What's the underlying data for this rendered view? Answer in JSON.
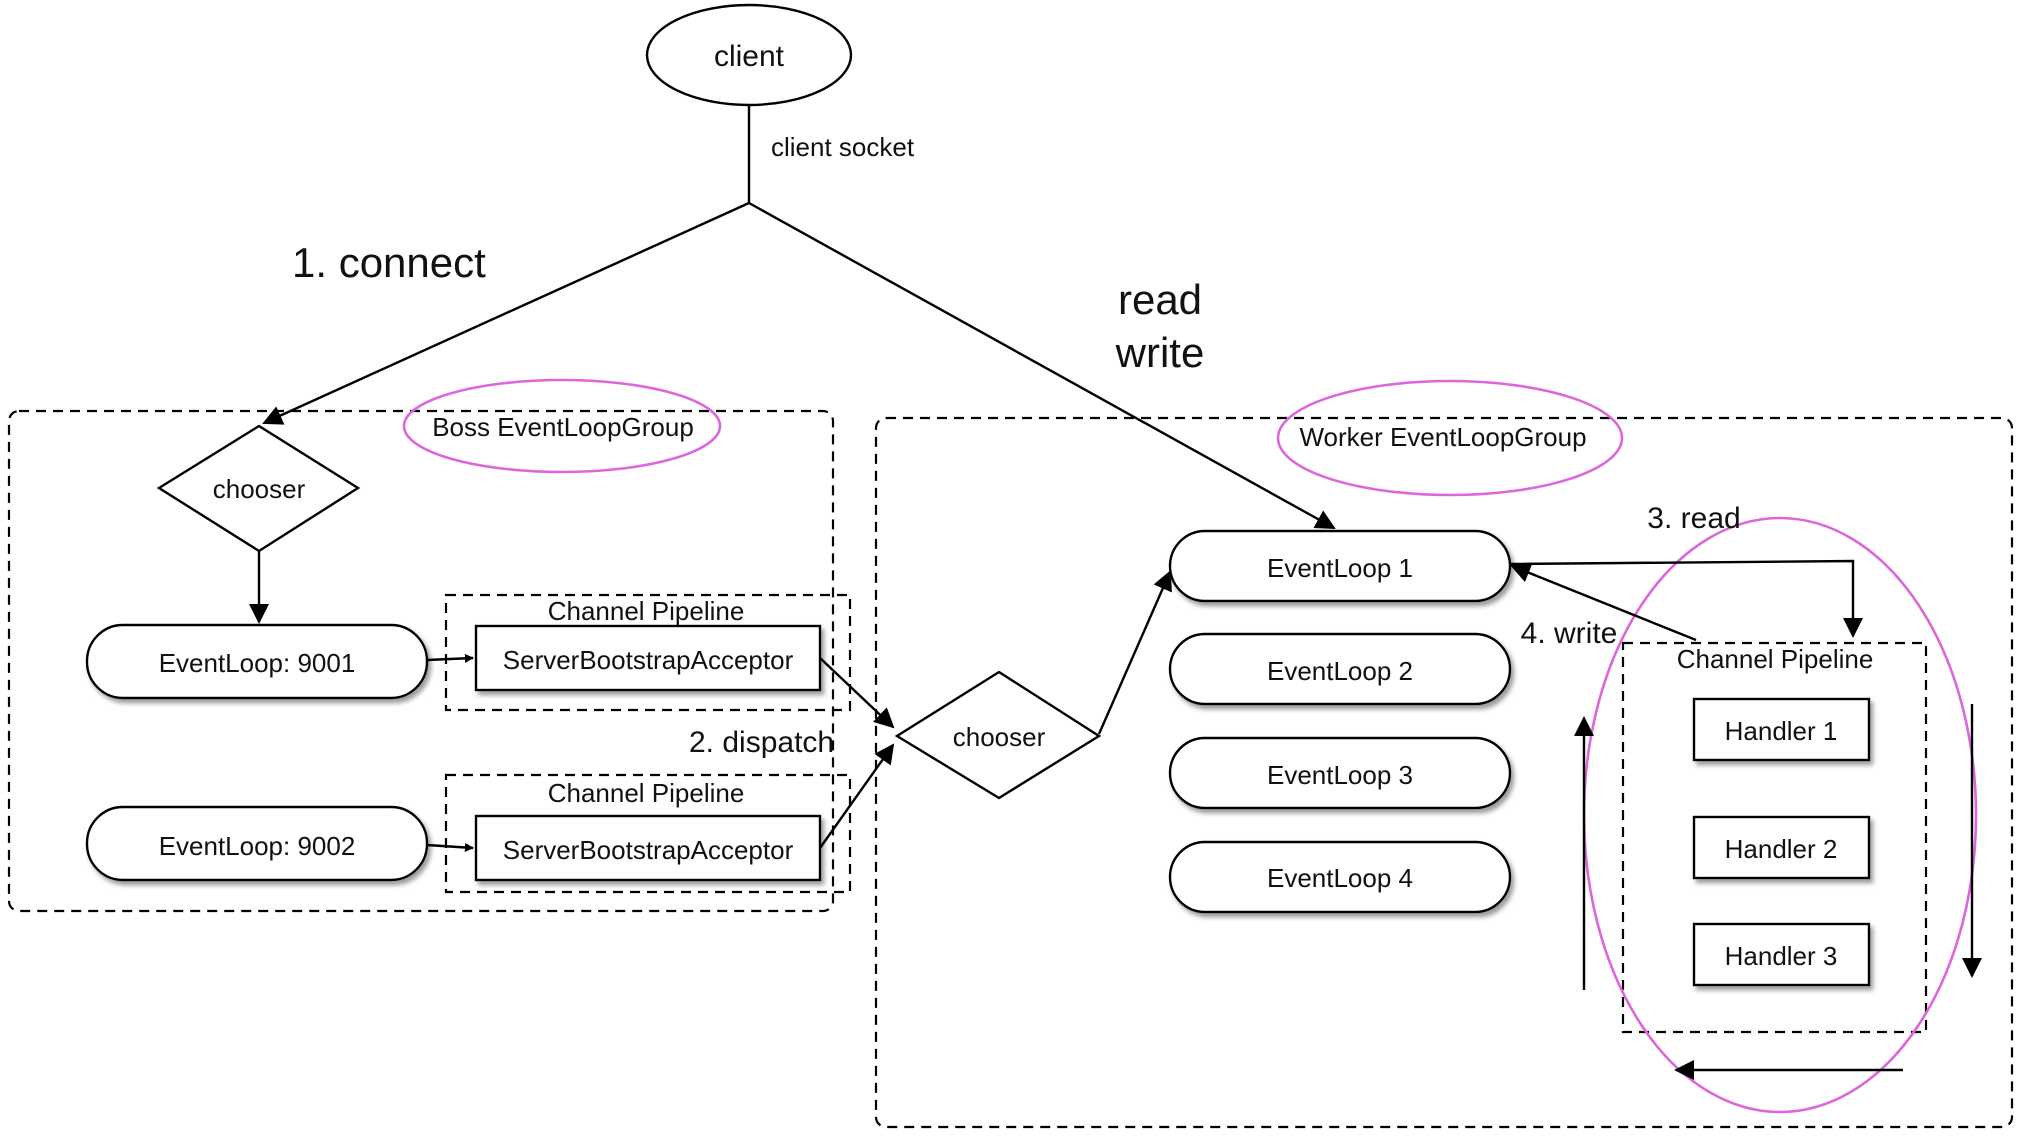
{
  "colors": {
    "stroke": "#000000",
    "group_highlight": "#dd66dd",
    "background": "#ffffff",
    "node_shadow": "#8a8a8a"
  },
  "nodes": {
    "client": "client",
    "boss_chooser": "chooser",
    "worker_chooser": "chooser",
    "boss_eventloop_1": "EventLoop: 9001",
    "boss_eventloop_2": "EventLoop: 9002",
    "acceptor_1": "ServerBootstrapAcceptor",
    "acceptor_2": "ServerBootstrapAcceptor",
    "worker_eventloops": [
      "EventLoop 1",
      "EventLoop 2",
      "EventLoop 3",
      "EventLoop 4"
    ],
    "handlers": [
      "Handler 1",
      "Handler 2",
      "Handler 3"
    ]
  },
  "groups": {
    "boss": "Boss EventLoopGroup",
    "worker": "Worker EventLoopGroup",
    "pipeline_boss_1": "Channel Pipeline",
    "pipeline_boss_2": "Channel Pipeline",
    "pipeline_worker": "Channel Pipeline"
  },
  "labels": {
    "client_socket": "client socket",
    "connect": "1. connect",
    "read_write_line1": "read",
    "read_write_line2": "write",
    "dispatch": "2. dispatch",
    "read": "3. read",
    "write": "4. write"
  }
}
